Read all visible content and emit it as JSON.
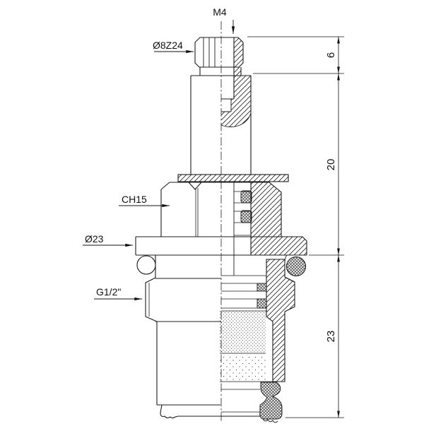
{
  "drawing": {
    "description": "Cross-section technical drawing of a faucet valve headwork cartridge",
    "callouts": {
      "m4": "M4",
      "spline": "Ø8Z24",
      "hex": "CH15",
      "flange": "Ø23",
      "thread": "G1/2\""
    },
    "dimensions": {
      "knob_height": "6",
      "stem_length": "20",
      "body_length": "23"
    },
    "colors": {
      "line": "#1b1b1b",
      "background": "#ffffff"
    }
  }
}
